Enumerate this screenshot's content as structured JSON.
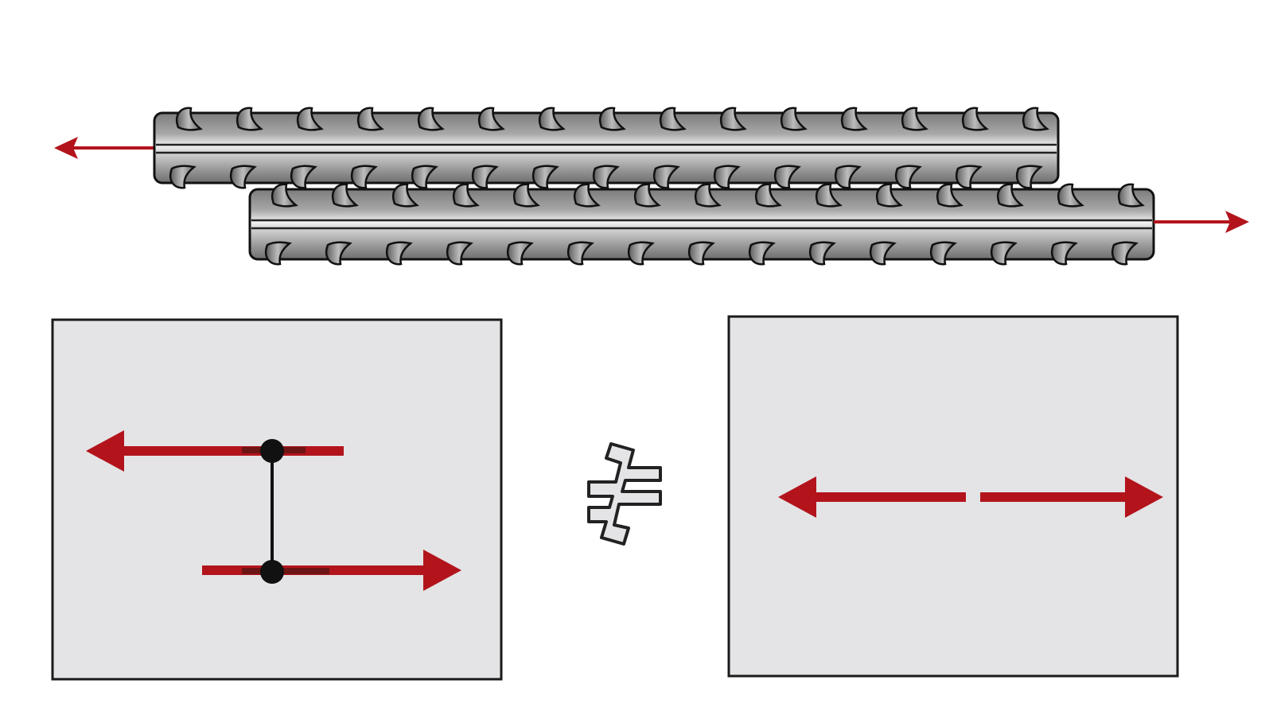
{
  "diagram": {
    "description_symbol": "≠",
    "colors": {
      "background": "#ffffff",
      "rebar_fill": "#9a9a9a",
      "rebar_highlight": "#e6e6e6",
      "rebar_outline": "#111111",
      "force_arrow": "#b3141c",
      "panel_fill": "#e4e4e6",
      "panel_border": "#1a1a1a",
      "link": "#111111",
      "symbol_fill": "#e4e4e6"
    },
    "rebars": [
      {
        "name": "upper-rebar",
        "force_direction": "left"
      },
      {
        "name": "lower-rebar",
        "force_direction": "right"
      }
    ],
    "left_panel": {
      "name": "lap-splice-model",
      "forces": [
        "left",
        "right"
      ],
      "connected": true
    },
    "right_panel": {
      "name": "continuous-bar-model",
      "forces": [
        "left",
        "right"
      ],
      "connected": false
    },
    "icons": [
      "arrow-left-icon",
      "arrow-right-icon",
      "not-equal-icon"
    ]
  }
}
